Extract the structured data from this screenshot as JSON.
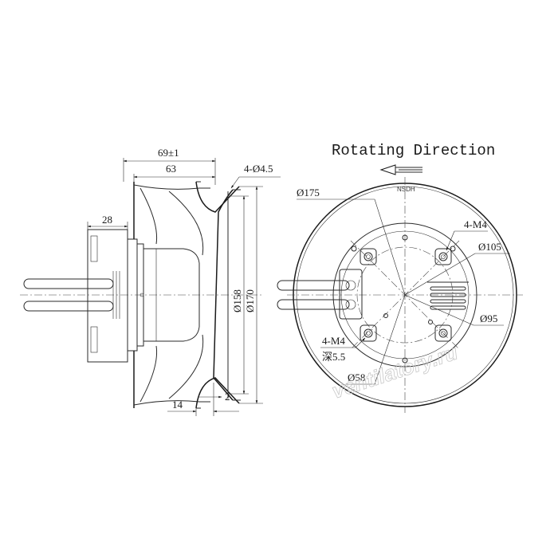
{
  "title": "Rotating Direction",
  "side_view": {
    "dim_total_width": "69±1",
    "dim_impeller_width": "63",
    "dim_holes": "4-Ø4.5",
    "dim_connector": "28",
    "dim_inlet_offset": "14",
    "dim_lip": "2",
    "dim_dia_158": "Ø158",
    "dim_dia_170": "Ø170"
  },
  "front_view": {
    "dim_dia_175": "Ø175",
    "dim_m4_top": "4-M4",
    "dim_dia_105": "Ø105",
    "dim_dia_95": "Ø95",
    "dim_m4_bottom": "4-M4",
    "dim_depth": "深5.5",
    "dim_dia_58": "Ø58",
    "label_text": "NSDH"
  },
  "watermark": "ventilatory.ru"
}
